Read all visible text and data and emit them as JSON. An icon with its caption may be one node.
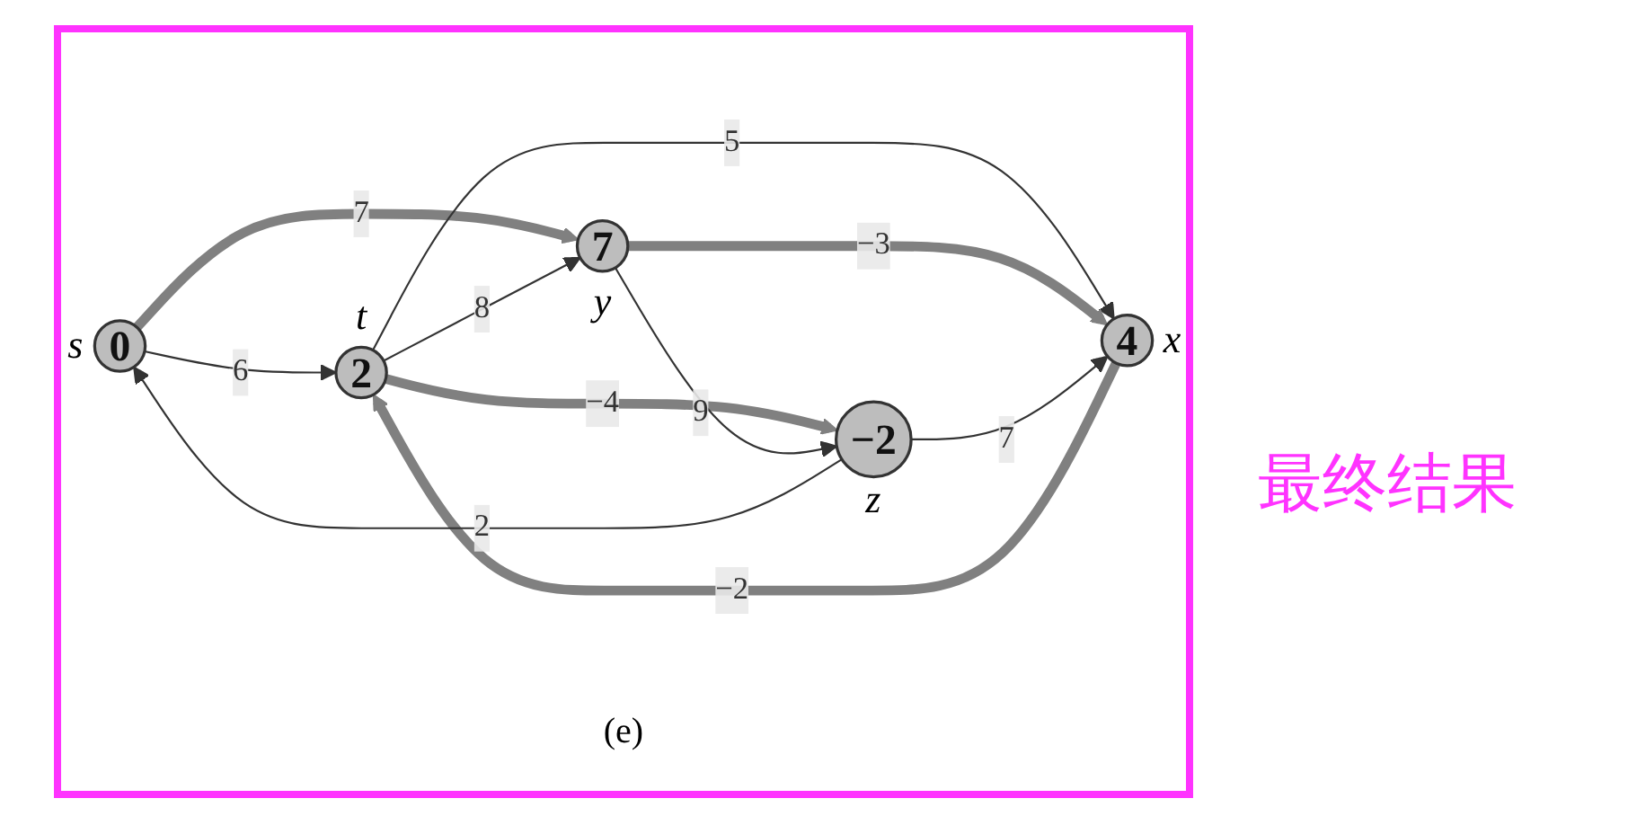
{
  "diagram": {
    "nodes": [
      {
        "text": [
          "0"
        ],
        "beside": [
          "s"
        ]
      },
      {
        "text": [
          "2"
        ],
        "beside": [
          "t"
        ]
      },
      {
        "text": [
          "4"
        ],
        "beside": [
          "x"
        ]
      },
      {
        "text": [
          "7"
        ],
        "beside": [
          "y"
        ]
      },
      {
        "text": [
          "−2"
        ],
        "beside": [
          "z"
        ]
      }
    ],
    "edges": [
      {
        "from": 0,
        "to": 1,
        "arrow": "to",
        "label": "6"
      },
      {
        "from": 0,
        "to": 3,
        "arrow": "to",
        "label": "7",
        "style": "thick",
        "color": "#808080"
      },
      {
        "from": 1,
        "to": 2,
        "arrow": "to",
        "label": "5"
      },
      {
        "from": 2,
        "to": 1,
        "arrow": "to",
        "label": "−2",
        "style": "thick",
        "color": "#808080"
      },
      {
        "from": 1,
        "to": 3,
        "arrow": "to",
        "label": "8"
      },
      {
        "from": 1,
        "to": 4,
        "arrow": "to",
        "label": "−4",
        "style": "thick",
        "color": "#808080"
      },
      {
        "from": 3,
        "to": 2,
        "arrow": "to",
        "label": "−3",
        "style": "thick",
        "color": "#808080"
      },
      {
        "from": 3,
        "to": 4,
        "arrow": "to",
        "label": "9"
      },
      {
        "from": 4,
        "to": 2,
        "arrow": "to",
        "label": "7"
      },
      {
        "from": 4,
        "to": 0,
        "arrow": "to",
        "label": "2"
      }
    ],
    "labels": [
      "(e)",
      "最终结果"
    ]
  }
}
